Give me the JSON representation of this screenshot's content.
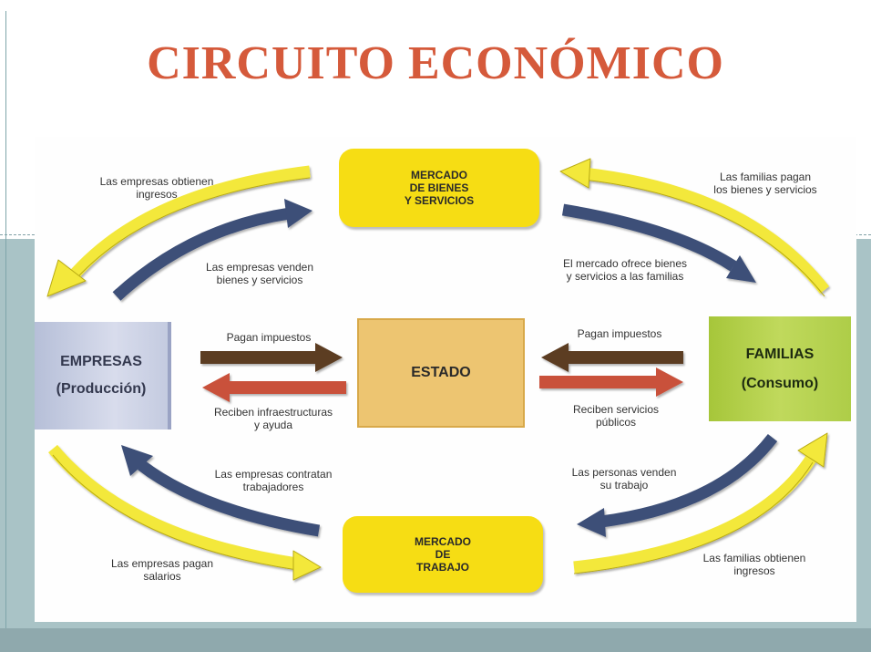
{
  "title": "CIRCUITO ECONÓMICO",
  "nodes": {
    "mercado_bienes": "MERCADO\nDE BIENES\nY SERVICIOS",
    "mercado_trabajo": "MERCADO\nDE\nTRABAJO",
    "empresas": [
      "EMPRESAS",
      "(Producción)"
    ],
    "familias": [
      "FAMILIAS",
      "(Consumo)"
    ],
    "estado": "ESTADO"
  },
  "labels": {
    "empresas_obtienen_ingresos": "Las empresas obtienen\ningresos",
    "empresas_venden": "Las empresas venden\nbienes y servicios",
    "familias_pagan_bienes": "Las familias pagan\nlos bienes y servicios",
    "mercado_ofrece": "El mercado ofrece bienes\ny servicios a las familias",
    "pagan_impuestos_empresas": "Pagan impuestos",
    "reciben_infraestructuras": "Reciben infraestructuras\ny ayuda",
    "pagan_impuestos_familias": "Pagan impuestos",
    "reciben_servicios": "Reciben servicios\npúblicos",
    "empresas_contratan": "Las empresas contratan\ntrabajadores",
    "personas_venden_trabajo": "Las personas venden\nsu trabajo",
    "empresas_pagan_salarios": "Las empresas pagan\nsalarios",
    "familias_obtienen_ingresos": "Las familias obtienen\ningresos"
  },
  "colors": {
    "title": "#d55a3b",
    "yellow_arrow": "#f3e83a",
    "blue_arrow": "#3d4f78",
    "brown_arrow": "#5c3d22",
    "red_arrow": "#c9513a",
    "market_box": "#f6dd14",
    "familias_box": "#b3d04a",
    "estado_box": "#edc571"
  }
}
